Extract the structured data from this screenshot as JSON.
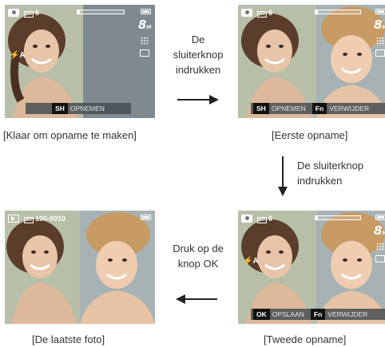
{
  "screens": {
    "ready": {
      "mode_count": "6",
      "softkey": "SH",
      "softkey_label": "OPNEMEN",
      "flash": "⚡A"
    },
    "first": {
      "mode_count": "6",
      "softkey1": "SH",
      "softkey1_label": "OPNEMEN",
      "softkey2": "Fn",
      "softkey2_label": "VERWIJDER"
    },
    "second": {
      "mode_count": "6",
      "softkey1": "OK",
      "softkey1_label": "OPSLAAN",
      "softkey2": "Fn",
      "softkey2_label": "VERWIJDER",
      "flash": "⚡A"
    },
    "last": {
      "file_number": "100-0010"
    }
  },
  "captions": {
    "ready": "[Klaar om opname te maken]",
    "first": "[Eerste opname]",
    "second": "[Tweede opname]",
    "last": "[De laatste foto]"
  },
  "instructions": {
    "step1_line1": "De",
    "step1_line2": "sluiterknop",
    "step1_line3": "indrukken",
    "step2_line1": "De sluiterknop",
    "step2_line2": "indrukken",
    "step3_line1": "Druk op de",
    "step3_line2": "knop OK"
  },
  "icons": {
    "size_badge": "8M",
    "small_count": "6"
  }
}
